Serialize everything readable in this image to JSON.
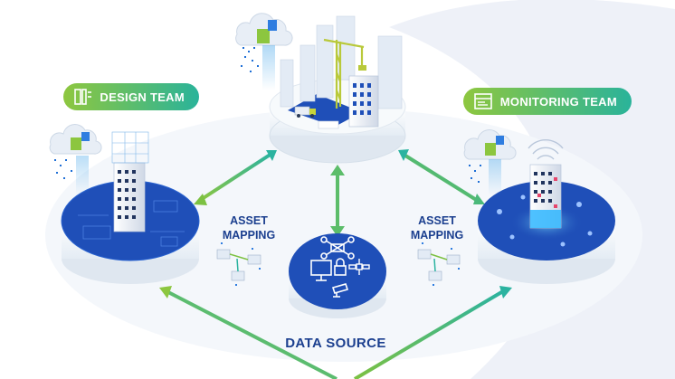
{
  "labels": {
    "design_team": "DESIGN TEAM",
    "monitoring_team": "MONITORING TEAM",
    "asset_mapping_left": [
      "ASSET",
      "MAPPING"
    ],
    "asset_mapping_right": [
      "ASSET",
      "MAPPING"
    ],
    "data_source": "DATA SOURCE"
  },
  "icons": {
    "design_pill": "blueprint-icon",
    "monitoring_pill": "dashboard-icon",
    "data_source": [
      "drone-icon",
      "monitor-icon",
      "lock-icon",
      "satellite-icon",
      "cctv-camera-icon"
    ]
  },
  "colors": {
    "disc_blue": "#1f4fb8",
    "arrow_green": "#7cc142",
    "arrow_teal": "#2bb3a0",
    "label_navy": "#1b3f8f",
    "pill_start": "#8ec73f",
    "pill_end": "#2ab39a"
  }
}
